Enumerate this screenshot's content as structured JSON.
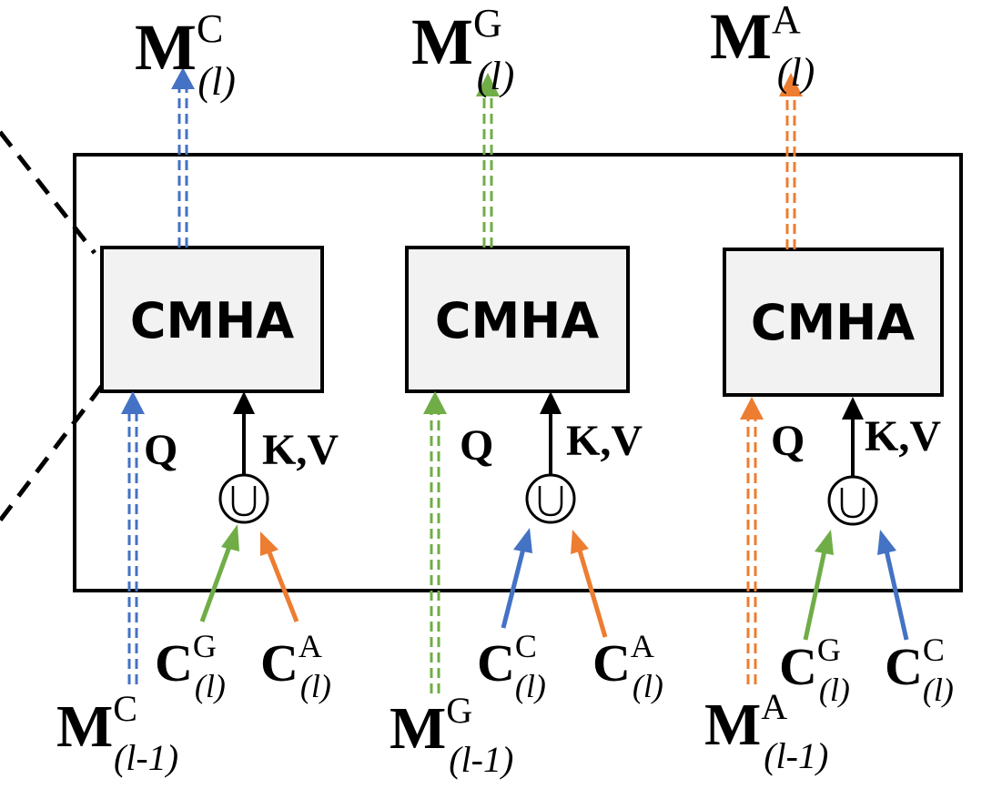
{
  "colors": {
    "chemistry": "#4472C4",
    "glucose": "#70AD47",
    "activity": "#ED7D31",
    "ink": "#000000",
    "block_fill": "#F2F2F2"
  },
  "icons": {
    "union": "union-circle-icon"
  },
  "blocks": [
    {
      "label": "CMHA",
      "output": {
        "base": "M",
        "sup": "C",
        "sub": "(l)"
      },
      "input": {
        "base": "M",
        "sup": "C",
        "sub": "(l-1)"
      },
      "query_label": "Q",
      "kv_label": "K,V",
      "union_symbol": "U",
      "context_left": {
        "base": "C",
        "sup": "G",
        "sub": "(l)"
      },
      "context_right": {
        "base": "C",
        "sup": "A",
        "sub": "(l)"
      }
    },
    {
      "label": "CMHA",
      "output": {
        "base": "M",
        "sup": "G",
        "sub": "(l)"
      },
      "input": {
        "base": "M",
        "sup": "G",
        "sub": "(l-1)"
      },
      "query_label": "Q",
      "kv_label": "K,V",
      "union_symbol": "U",
      "context_left": {
        "base": "C",
        "sup": "C",
        "sub": "(l)"
      },
      "context_right": {
        "base": "C",
        "sup": "A",
        "sub": "(l)"
      }
    },
    {
      "label": "CMHA",
      "output": {
        "base": "M",
        "sup": "A",
        "sub": "(l)"
      },
      "input": {
        "base": "M",
        "sup": "A",
        "sub": "(l-1)"
      },
      "query_label": "Q",
      "kv_label": "K,V",
      "union_symbol": "U",
      "context_left": {
        "base": "C",
        "sup": "G",
        "sub": "(l)"
      },
      "context_right": {
        "base": "C",
        "sup": "C",
        "sub": "(l)"
      }
    }
  ]
}
